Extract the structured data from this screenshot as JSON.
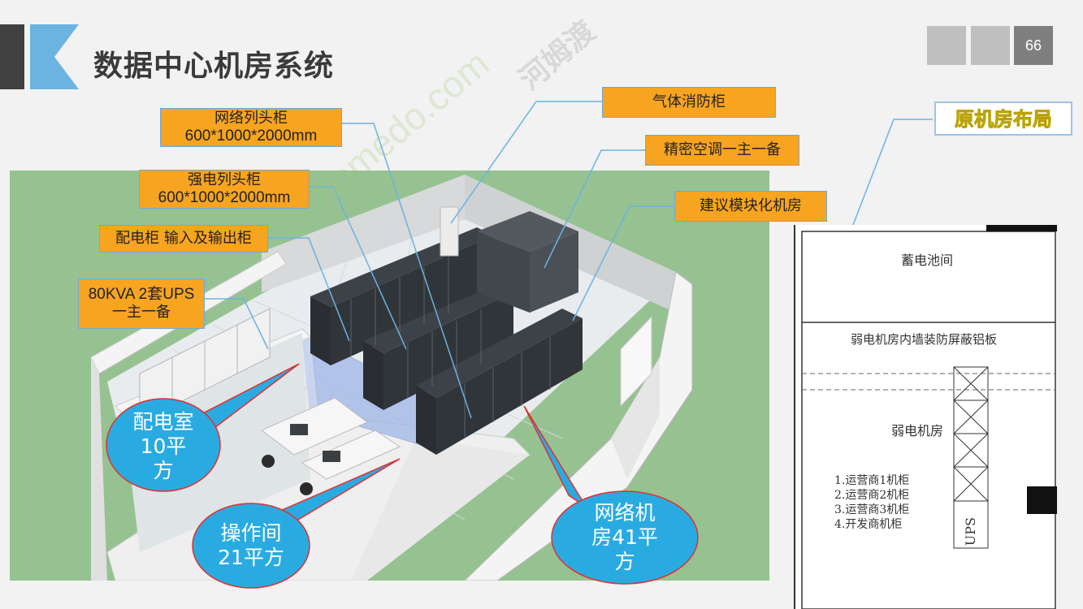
{
  "header": {
    "title": "数据中心机房系统",
    "page_number": "66"
  },
  "labels": {
    "network_head_cabinet": "网络列头柜",
    "network_head_cabinet_size": "600*1000*2000mm",
    "power_head_cabinet": "强电列头柜",
    "power_head_cabinet_size": "600*1000*2000mm",
    "distribution_cabinet": "配电柜 输入及输出柜",
    "ups_line1": "80KVA 2套UPS",
    "ups_line2": "一主一备",
    "gas_fire_cabinet": "气体消防柜",
    "precision_ac": "精密空调一主一备",
    "modular_room": "建议模块化机房"
  },
  "bubbles": {
    "distribution_room": "配电室\n10平\n方",
    "operation_room": "操作间\n21平方",
    "network_room": "网络机\n房41平\n方"
  },
  "floor_plan": {
    "tag": "原机房布局",
    "battery_room": "蓄电池间",
    "wall_note": "弱电机房内墙装防屏蔽铝板",
    "weak_room": "弱电机房",
    "list": [
      "1.运营商1机柜",
      "2.运营商2机柜",
      "3.运营商3机柜",
      "4.开发商机柜"
    ],
    "ups": "UPS"
  },
  "watermark": {
    "brand_cn": "河姆渡",
    "brand_en": "homedo.com"
  },
  "colors": {
    "label_bg": "#f7a420",
    "label_border": "#6fa8dc",
    "bubble": "#29abe2",
    "scene_bg": "#96c291",
    "accent_blue": "#6bb3e0"
  }
}
